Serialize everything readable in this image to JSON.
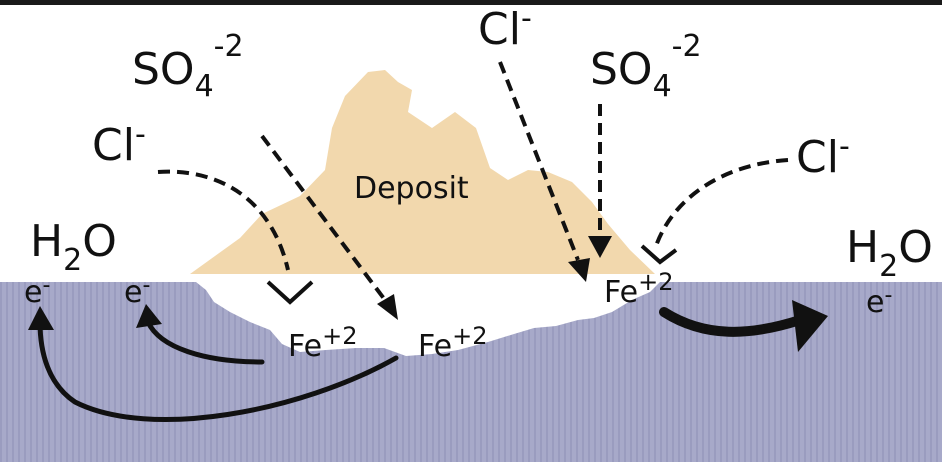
{
  "colors": {
    "top_bar": "#1a1a1a",
    "metal": "#a7a9c9",
    "metal_stripe": "#9a9cbf",
    "deposit": "#f2d8ad",
    "pit": "#ffffff",
    "ink": "#111111"
  },
  "labels": {
    "so4_left": {
      "base": "SO",
      "sub": "4",
      "sup": "-2"
    },
    "so4_right": {
      "base": "SO",
      "sub": "4",
      "sup": "-2"
    },
    "cl_left": {
      "base": "Cl",
      "sup": "-"
    },
    "cl_top": {
      "base": "Cl",
      "sup": "-"
    },
    "cl_right": {
      "base": "Cl",
      "sup": "-"
    },
    "h2o_left": {
      "base": "H",
      "sub": "2",
      "tail": "O"
    },
    "h2o_right": {
      "base": "H",
      "sub": "2",
      "tail": "O"
    },
    "deposit": "Deposit",
    "electron_left_1": {
      "base": "e",
      "sup": "-"
    },
    "electron_left_2": {
      "base": "e",
      "sup": "-"
    },
    "electron_right": {
      "base": "e",
      "sup": "-"
    },
    "fe_pit_left": {
      "base": "Fe",
      "sup": "+2"
    },
    "fe_pit_center": {
      "base": "Fe",
      "sup": "+2"
    },
    "fe_right": {
      "base": "Fe",
      "sup": "+2"
    }
  }
}
